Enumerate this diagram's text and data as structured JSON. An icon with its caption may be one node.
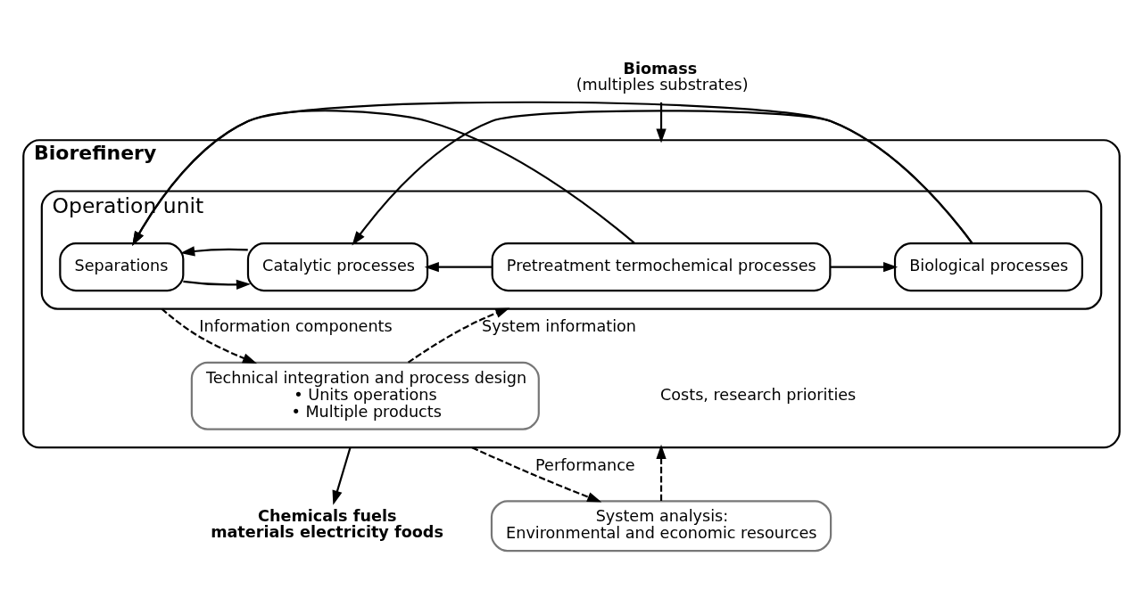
{
  "diagram": {
    "nodes": [
      {
        "text": [
          "Biorefinery"
        ]
      },
      {
        "text": [
          "Operation unit"
        ],
        "in": 0
      },
      {
        "text": [
          "Pretreatment termochemical processes"
        ],
        "in": 1
      },
      {
        "text": [
          "Biological processes"
        ],
        "in": 1
      },
      {
        "text": [
          "Catalytic processes"
        ],
        "in": 1
      },
      {
        "text": [
          "Separations"
        ],
        "in": 1
      },
      {
        "text": [
          "Technical integration and process design",
          "• Units operations",
          "• Multiple products"
        ],
        "in": 0
      },
      {
        "text": [
          "System analysis:",
          "Environmental and economic resources"
        ]
      },
      {
        "text": [
          "Biomass",
          "(multiples substrates)"
        ]
      },
      {
        "text": [
          "Chemicals fuels",
          "materials electricity foods"
        ]
      }
    ],
    "edges": [
      {
        "from": 8,
        "to": 0,
        "arrow": "to"
      },
      {
        "from": 2,
        "to": 3,
        "arrow": "to"
      },
      {
        "from": 3,
        "to": 4,
        "arrow": "to"
      },
      {
        "from": 5,
        "to": 4,
        "arrow": "to"
      },
      {
        "from": 4,
        "to": 5,
        "arrow": "to"
      },
      {
        "from": 2,
        "to": 5,
        "arrow": "to"
      },
      {
        "from": 3,
        "to": 5,
        "arrow": "to"
      },
      {
        "from": 2,
        "to": 4,
        "arrow": "to"
      },
      {
        "from": 0,
        "to": 9,
        "arrow": "to"
      },
      {
        "from": 1,
        "to": 6,
        "arrow": "to",
        "style": "dashed",
        "label": "Information components"
      },
      {
        "from": 6,
        "to": 1,
        "arrow": "to",
        "style": "dashed",
        "label": "System information"
      },
      {
        "from": 0,
        "to": 7,
        "arrow": "to",
        "style": "dashed",
        "label": "Performance"
      },
      {
        "from": 7,
        "to": 0,
        "arrow": "to",
        "style": "dashed",
        "label": "Costs, research priorities"
      }
    ]
  }
}
